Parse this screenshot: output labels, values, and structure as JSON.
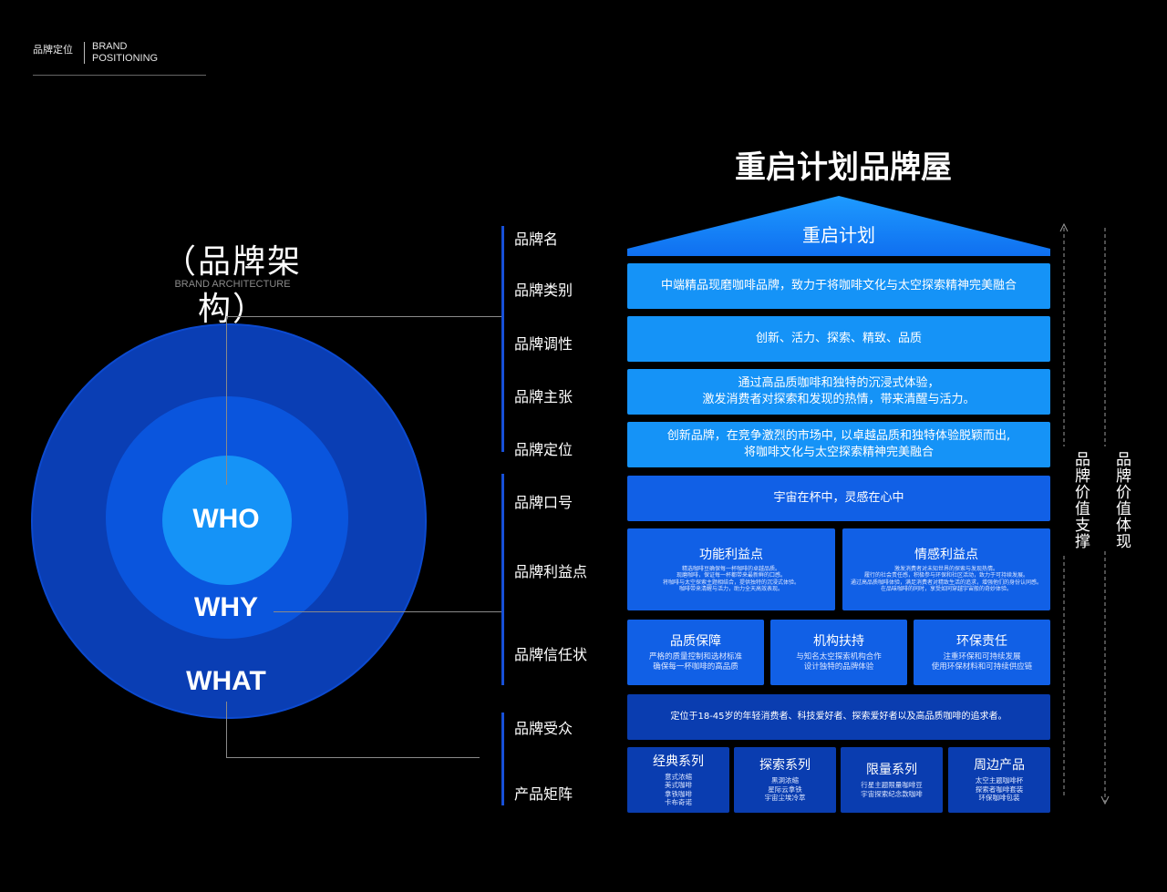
{
  "header": {
    "title_cn": "品牌定位",
    "title_en_1": "BRAND",
    "title_en_2": "POSITIONING"
  },
  "architecture": {
    "title": "（品牌架构）",
    "subtitle": "BRAND ARCHITECTURE",
    "circles": {
      "inner": "WHO",
      "middle": "WHY",
      "outer": "WHAT"
    }
  },
  "house": {
    "title": "重启计划品牌屋",
    "roof": "重启计划",
    "rows": {
      "name": {
        "label": "品牌名"
      },
      "category": {
        "label": "品牌类别",
        "text": "中端精品现磨咖啡品牌，致力于将咖啡文化与太空探索精神完美融合"
      },
      "tone": {
        "label": "品牌调性",
        "text": "创新、活力、探索、精致、品质"
      },
      "claim": {
        "label": "品牌主张",
        "line1": "通过高品质咖啡和独特的沉浸式体验，",
        "line2": "激发消费者对探索和发现的热情，带来清醒与活力。"
      },
      "positioning": {
        "label": "品牌定位",
        "line1": "创新品牌，在竞争激烈的市场中, 以卓越品质和独特体验脱颖而出,",
        "line2": "将咖啡文化与太空探索精神完美融合"
      },
      "slogan": {
        "label": "品牌口号",
        "text": "宇宙在杯中，灵感在心中"
      },
      "benefits": {
        "label": "品牌利益点",
        "functional": {
          "title": "功能利益点",
          "lines": [
            "精选咖啡豆确保每一杯咖啡的卓越品质。",
            "现磨咖啡，保证每一杯都带来最新鲜的口感。",
            "将咖啡与太空探索主题相结合，提供独特的沉浸式体验。",
            "咖啡带来清醒与活力，助力全天高效表现。"
          ]
        },
        "emotional": {
          "title": "情感利益点",
          "lines": [
            "激发消费者对未知世界的探索与发现热情。",
            "履行的社会责任感，积极参与环保和社区活动，致力于可持续发展。",
            "通过高品质咖啡体验，满足消费者对精致生活的追求，增强他们的身份认同感。",
            "在品味咖啡的同时，享受如同穿越宇宙般的奇妙体验。"
          ]
        }
      },
      "trust": {
        "label": "品牌信任状",
        "cards": [
          {
            "title": "品质保障",
            "line1": "严格的质量控制和选材标准",
            "line2": "确保每一杯咖啡的高品质"
          },
          {
            "title": "机构扶持",
            "line1": "与知名太空探索机构合作",
            "line2": "设计独特的品牌体验"
          },
          {
            "title": "环保责任",
            "line1": "注重环保和可持续发展",
            "line2": "使用环保材料和可持续供应链"
          }
        ]
      },
      "audience": {
        "label": "品牌受众",
        "text": "定位于18-45岁的年轻消费者、科技爱好者、探索爱好者以及高品质咖啡的追求者。"
      },
      "products": {
        "label": "产品矩阵",
        "cards": [
          {
            "title": "经典系列",
            "items": [
              "意式浓缩",
              "美式咖啡",
              "拿铁咖啡",
              "卡布奇诺"
            ]
          },
          {
            "title": "探索系列",
            "items": [
              "黑洞浓缩",
              "星际云拿铁",
              "宇宙尘埃冷萃"
            ]
          },
          {
            "title": "限量系列",
            "items": [
              "行星主题限量咖啡豆",
              "宇宙探索纪念款咖啡"
            ]
          },
          {
            "title": "周边产品",
            "items": [
              "太空主题咖啡杯",
              "探索者咖啡套装",
              "环保咖啡包装"
            ]
          }
        ]
      }
    },
    "side": {
      "support": "品牌价值支撑",
      "embody": "品牌价值体现"
    }
  }
}
